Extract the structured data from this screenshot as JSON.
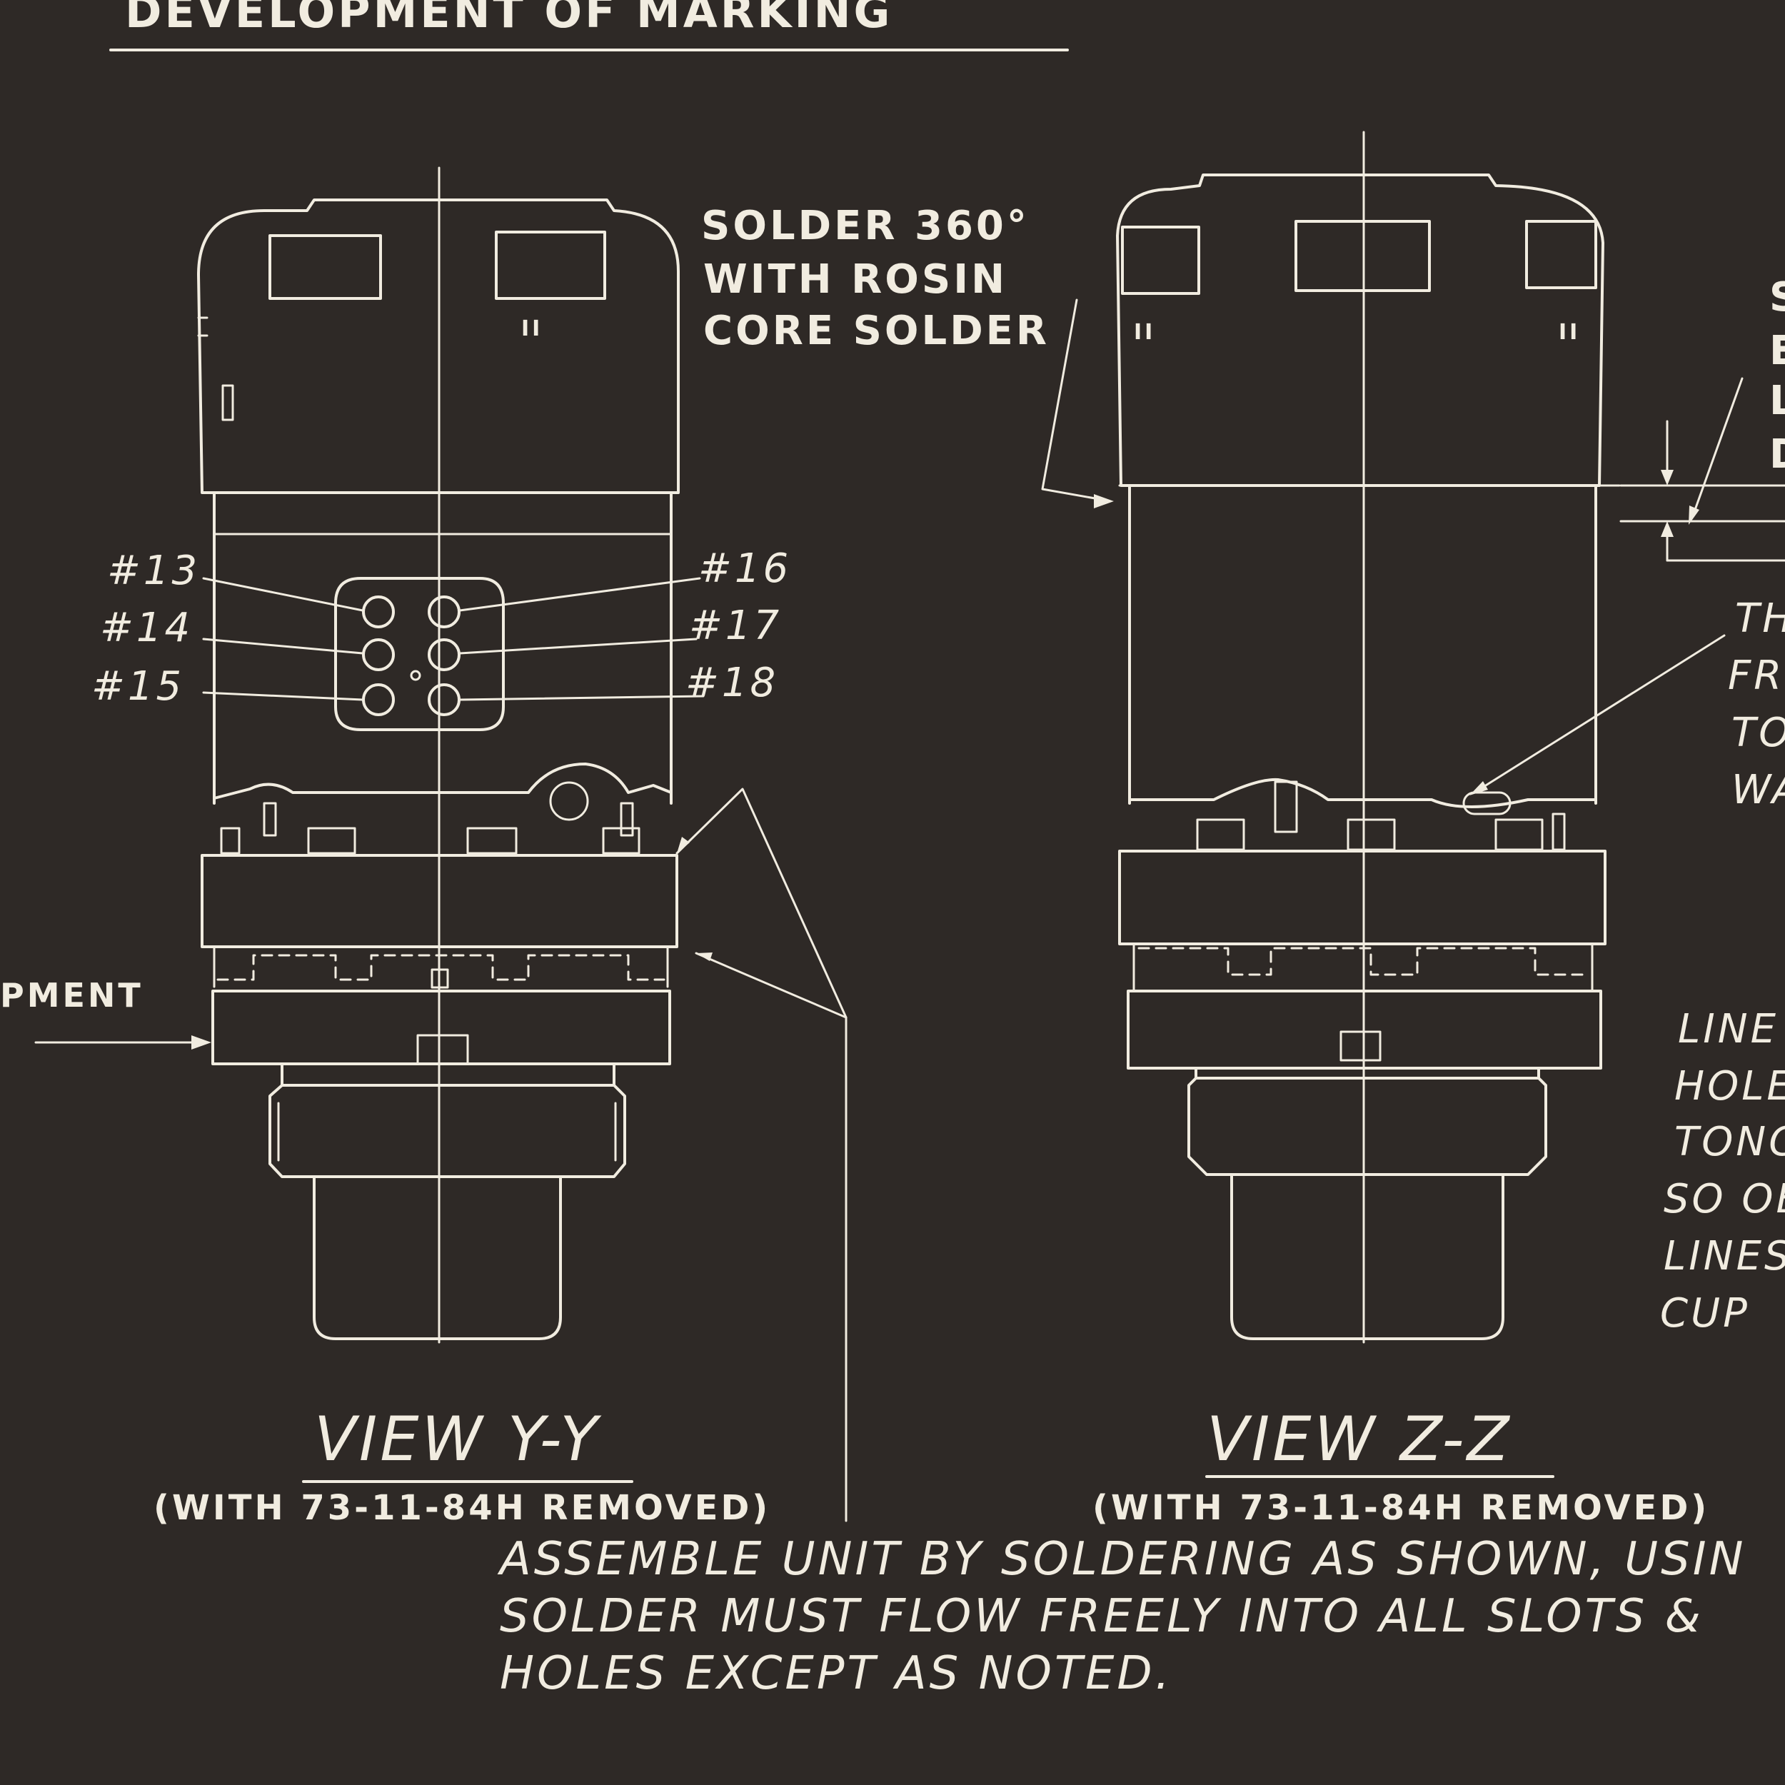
{
  "title": "DEVELOPMENT OF MARKING",
  "left_view": {
    "name": "VIEW Y-Y",
    "subtitle": "(WITH 73-11-84H REMOVED)",
    "pin_labels_left": [
      "#13",
      "#14",
      "#15"
    ],
    "pin_labels_right": [
      "#16",
      "#17",
      "#18"
    ],
    "cut_label": "PMENT",
    "top_mark": "II"
  },
  "right_view": {
    "name": "VIEW Z-Z",
    "subtitle": "(WITH 73-11-84H REMOVED)",
    "top_mark_left": "II",
    "top_mark_right": "II"
  },
  "solder_note": [
    "SOLDER 360°",
    "WITH ROSIN",
    "CORE SOLDER"
  ],
  "right_edge_fragments": {
    "upper": [
      "S",
      "E",
      "L",
      "D"
    ],
    "middle": [
      "TH",
      "FR",
      "TO",
      "WA"
    ],
    "lower": [
      "LINE",
      "HOLE",
      "TONG",
      "SO OB",
      "LINES",
      "CUP"
    ]
  },
  "assembly_note": [
    "ASSEMBLE UNIT BY SOLDERING AS SHOWN, USIN",
    "SOLDER MUST FLOW FREELY INTO ALL SLOTS &",
    "HOLES EXCEPT AS NOTED."
  ],
  "colors": {
    "background": "#2e2926",
    "ink": "#f1ece0"
  }
}
